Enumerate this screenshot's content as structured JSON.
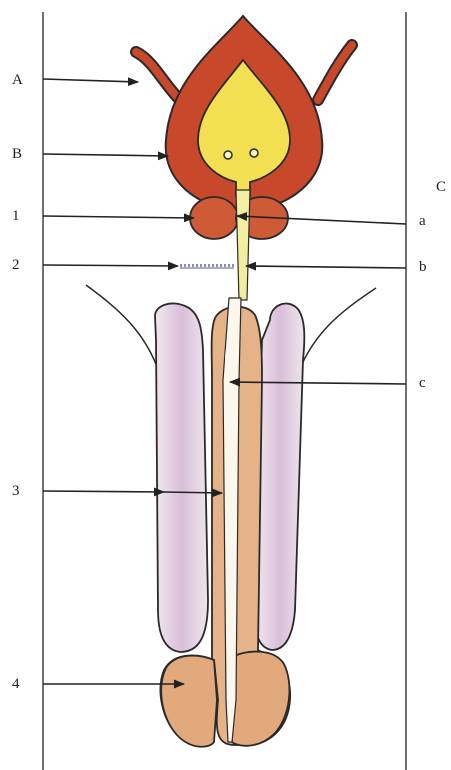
{
  "labels": {
    "left": [
      "A",
      "B",
      "1",
      "2",
      "3",
      "4"
    ],
    "right": [
      "C",
      "a",
      "b",
      "c"
    ]
  },
  "colors": {
    "bladder_wall": "#c8482c",
    "bladder_lumen": "#f2e052",
    "prostate": "#cf5a36",
    "urethra": "#f3eda0",
    "spongy_body": "#e6b388",
    "cavernous_body": "#d8c2d8",
    "outline": "#2a2a2a"
  }
}
